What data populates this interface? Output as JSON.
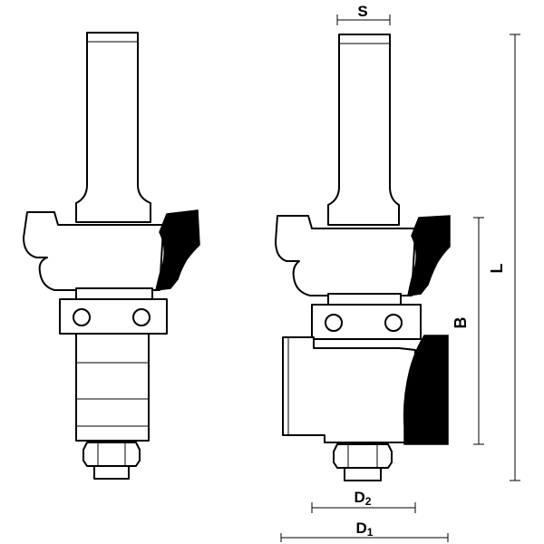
{
  "labels": {
    "S": "S",
    "L": "L",
    "B": "B",
    "D2_main": "D",
    "D2_sub": "2",
    "D1_main": "D",
    "D1_sub": "1"
  },
  "colors": {
    "line": "#000000",
    "fill": "#ffffff",
    "blade": "#000000"
  }
}
